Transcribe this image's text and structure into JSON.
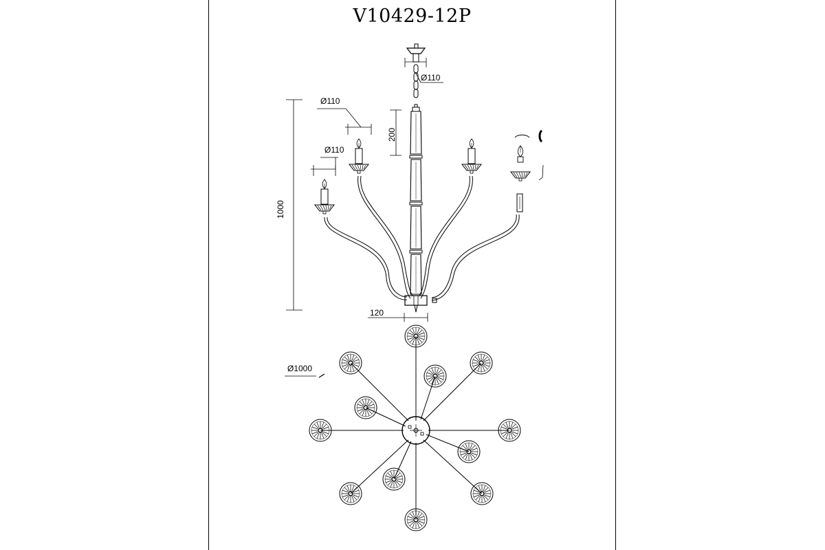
{
  "title": "V10429-12P",
  "dimensions": {
    "canopy_diameter": "Ø110",
    "cup_upper_diameter": "Ø110",
    "cup_lower_diameter": "Ø110",
    "segment_height": "200",
    "overall_height": "1000",
    "base_width": "120",
    "overall_diameter": "Ø1000"
  }
}
